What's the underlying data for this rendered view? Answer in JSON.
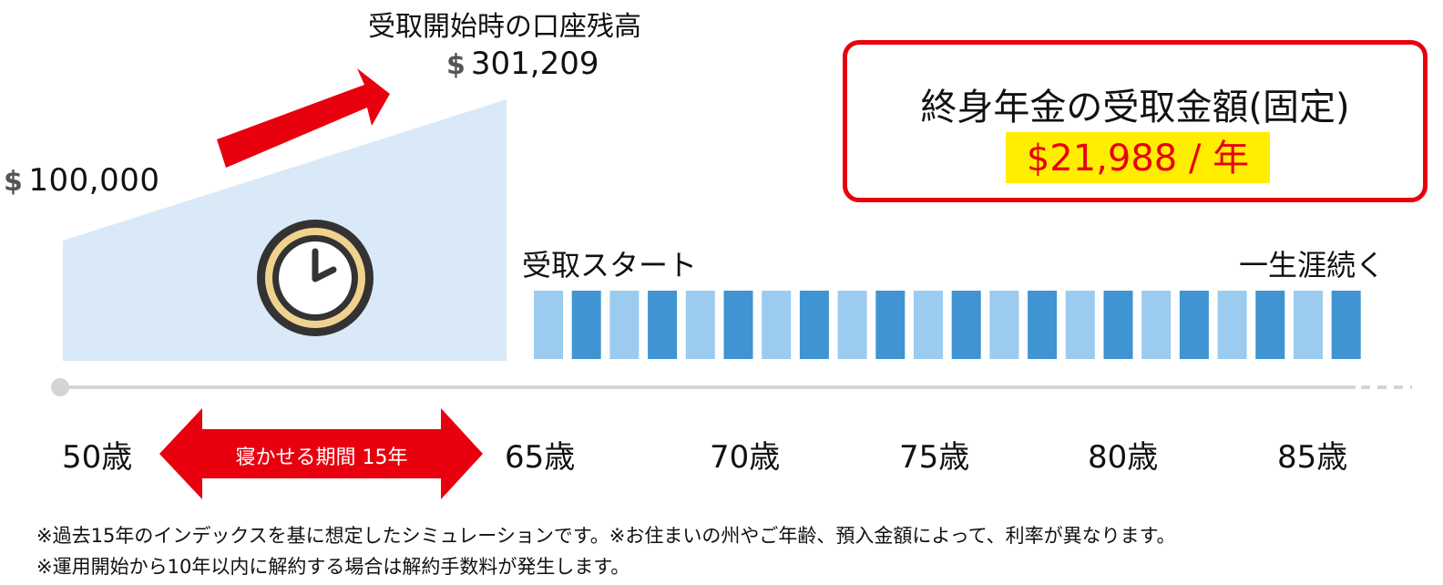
{
  "start_balance": {
    "currency_symbol": "$",
    "value": "100,000"
  },
  "balance_at_start": {
    "label": "受取開始時の口座残高",
    "currency_symbol": "$",
    "value": "301,209"
  },
  "annuity_box": {
    "title": "終身年金の受取金額(固定)",
    "amount": "$21,988 / 年"
  },
  "receive_start_label": "受取スタート",
  "lifelong_label": "一生涯続く",
  "deferral_period_label": "寝かせる期間 15年",
  "ages": [
    "50歳",
    "65歳",
    "70歳",
    "75歳",
    "80歳",
    "85歳"
  ],
  "payout_bars": {
    "count": 22
  },
  "notes": [
    "※過去15年のインデックスを基に想定したシミュレーションです。※お住まいの州やご年齢、預入金額によって、利率が異なります。",
    "※運用開始から10年以内に解約する場合は解約手数料が発生します。"
  ],
  "colors": {
    "accent_red": "#e8000f",
    "highlight_yellow": "#ffee00",
    "growth_area": "#d9e9f8",
    "bar_light": "#9ccbf0",
    "bar_dark": "#3f94d1",
    "clock_ring": "#f0d28f",
    "clock_dark": "#333333"
  },
  "icons": {
    "clock": "clock-icon"
  }
}
